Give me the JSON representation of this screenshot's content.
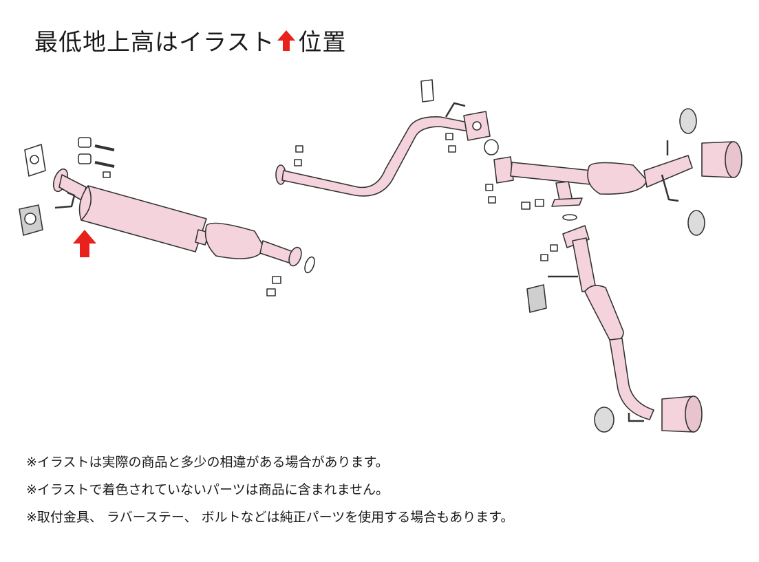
{
  "title": {
    "text_before": "最低地上高はイラスト",
    "text_after": "位置",
    "arrow_color": "#e8211d"
  },
  "diagram": {
    "pipe_fill": "#f4d3dc",
    "outline_color": "#333333",
    "marker_arrow_color": "#e8211d"
  },
  "notes": [
    "※イラストは実際の商品と多少の相違がある場合があります。",
    "※イラストで着色されていないパーツは商品に含まれません。",
    "※取付金具、 ラバーステー、 ボルトなどは純正パーツを使用する場合もあります。"
  ]
}
